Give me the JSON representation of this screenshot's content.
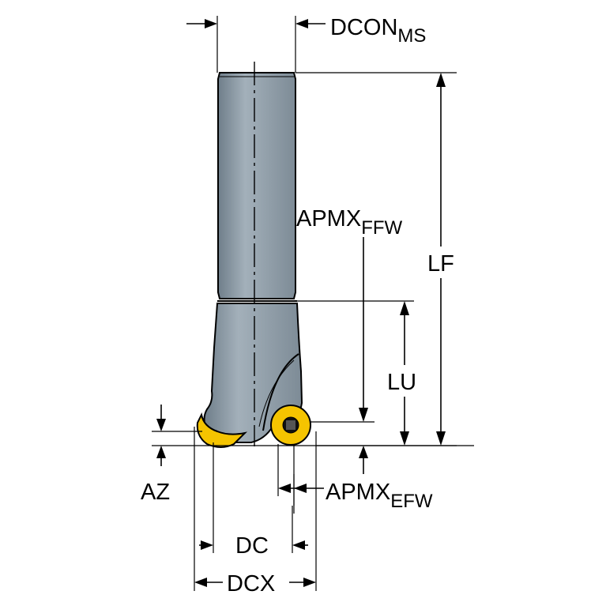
{
  "labels": {
    "dcon": {
      "main": "DCON",
      "sub": "MS"
    },
    "apmx_ffw": {
      "main": "APMX",
      "sub": "FFW"
    },
    "lf": "LF",
    "lu": "LU",
    "az": "AZ",
    "apmx_efw": {
      "main": "APMX",
      "sub": "EFW"
    },
    "dc": "DC",
    "dcx": "DCX"
  },
  "colors": {
    "tool_body": "#8d9ba6",
    "tool_outline": "#000000",
    "insert": "#f5c400",
    "line": "#000000",
    "background": "#ffffff"
  }
}
